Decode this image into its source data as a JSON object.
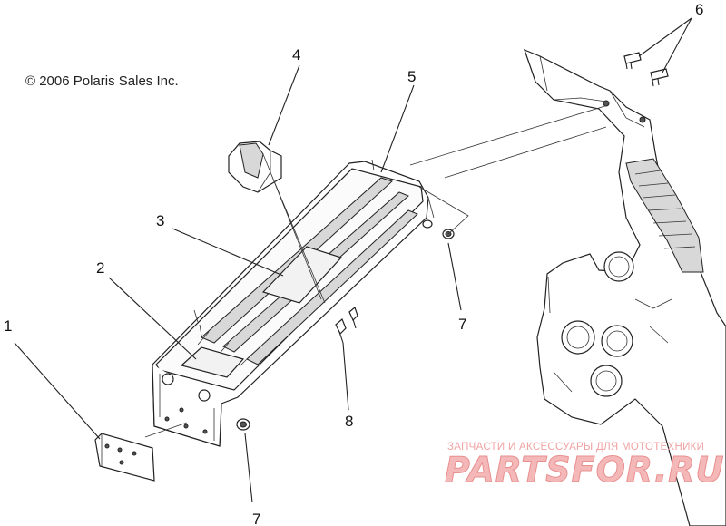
{
  "copyright": "© 2006 Polaris Sales Inc.",
  "callouts": [
    "1",
    "2",
    "3",
    "4",
    "5",
    "6",
    "7",
    "7",
    "8"
  ],
  "watermark": {
    "tagline": "ЗАПЧАСТИ И АКСЕССУАРЫ ДЛЯ МОТОТЕХНИКИ",
    "logo": "PARTSFOR.RU"
  }
}
